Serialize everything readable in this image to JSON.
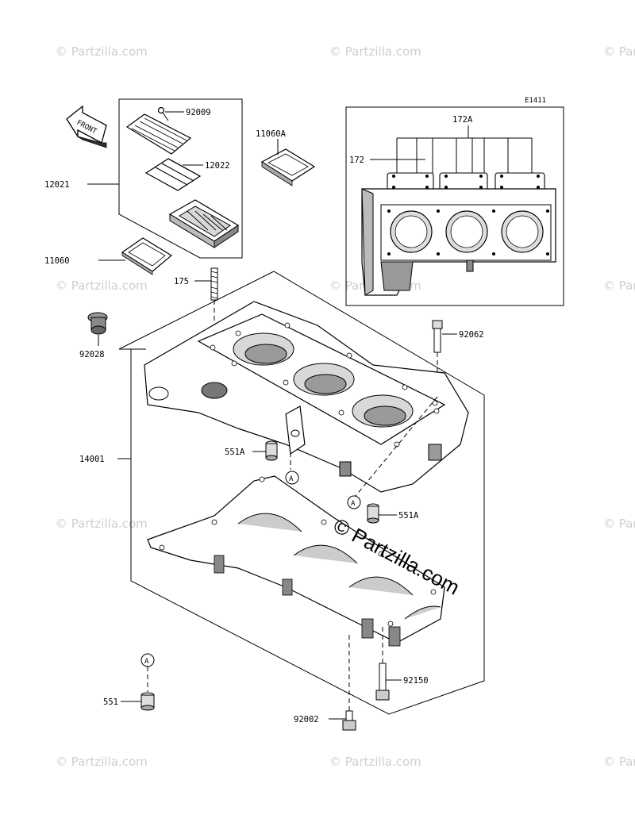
{
  "diagram_code": "E1411",
  "watermark": "© Partzilla.com",
  "center_watermark": "© Partzilla.com",
  "front_arrow_label": "FRONT",
  "ref_marker": "A",
  "parts": {
    "p92009": "92009",
    "p12022": "12022",
    "p12021": "12021",
    "p11060A": "11060A",
    "p11060": "11060",
    "p175": "175",
    "p92028": "92028",
    "p92062": "92062",
    "p14001": "14001",
    "p551A_left": "551A",
    "p551A_right": "551A",
    "p551": "551",
    "p92150": "92150",
    "p92002": "92002",
    "p172A": "172A",
    "p172": "172"
  }
}
